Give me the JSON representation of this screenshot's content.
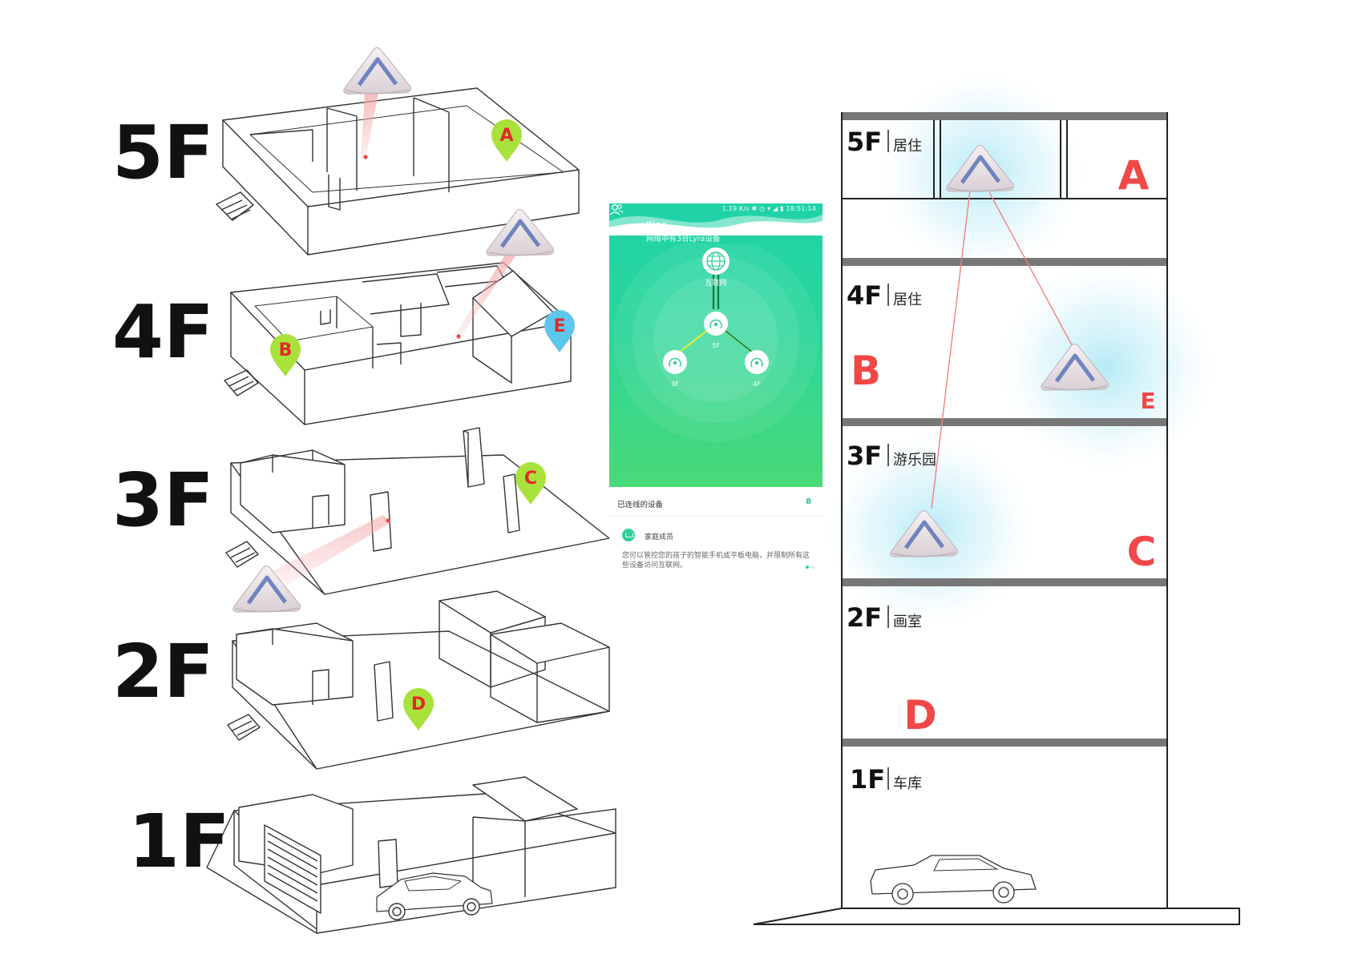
{
  "left_plan": {
    "floor_labels": [
      "5F",
      "4F",
      "3F",
      "2F",
      "1F"
    ],
    "markers": {
      "a": "A",
      "b": "B",
      "c": "C",
      "d": "D",
      "e": "E"
    },
    "colors": {
      "marker_green": "#a8e23a",
      "marker_blue": "#5ec6ec",
      "marker_text": "#e02a2a",
      "beam": "#f4a7a7"
    }
  },
  "phone": {
    "status": "1.19 K/s ✱ ◷ ▾ ◢ ▮ 18:51:14",
    "title": "Kino",
    "subtitle": "网络中有3台Lyra设备",
    "topology": {
      "internet_label": "互联网",
      "nodes": [
        "5F",
        "3F",
        "4F"
      ]
    },
    "connected_label": "已连线的设备",
    "connected_count": "8",
    "family_title": "家庭成员",
    "family_desc": "您可以管控您的孩子的智能手机或平板电脑，并限制所有这些设备访问互联网。",
    "colors": {
      "gradient_top": "#1fd3a8",
      "gradient_bottom": "#49d977",
      "accent": "#2ecf9a"
    }
  },
  "section": {
    "floors": [
      {
        "num": "5F",
        "label": "居住",
        "marker": "A"
      },
      {
        "num": "4F",
        "label": "居住",
        "marker": "B",
        "marker2": "E"
      },
      {
        "num": "3F",
        "label": "游乐园",
        "marker": "C"
      },
      {
        "num": "2F",
        "label": "画室",
        "marker": "D"
      },
      {
        "num": "1F",
        "label": "车库"
      }
    ],
    "colors": {
      "letter": "#f04848",
      "glow": "#a9e6f4",
      "line": "#f08080",
      "slab": "#777777"
    }
  }
}
